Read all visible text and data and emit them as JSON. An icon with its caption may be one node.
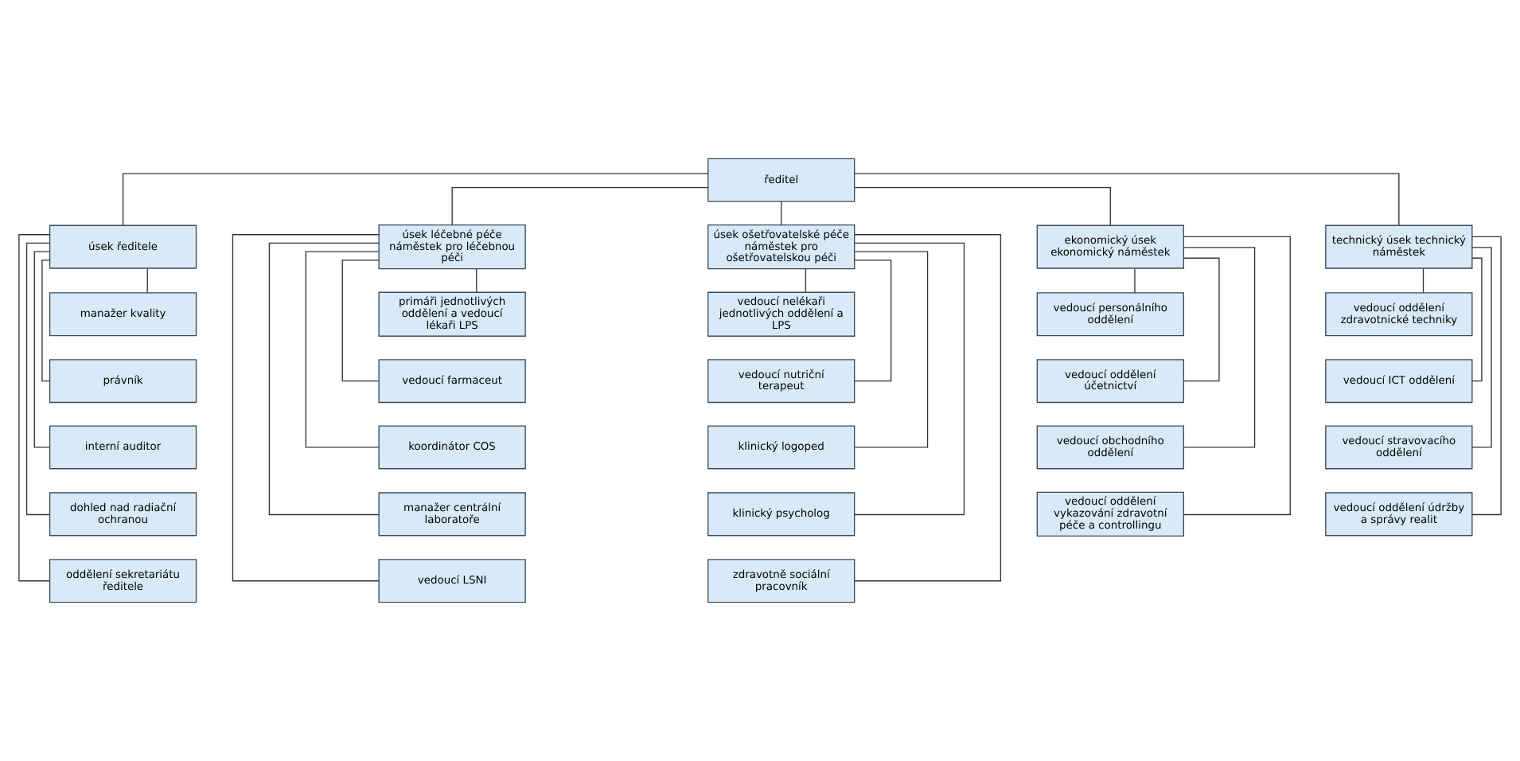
{
  "diagram": {
    "nodes": [
      {
        "text": [
          "ředitel"
        ]
      },
      {
        "text": [
          "úsek ředitele"
        ]
      },
      {
        "text": [
          "úsek léčebné péče náměstek pro léčebnou péči"
        ]
      },
      {
        "text": [
          "úsek ošetřovatelské péče náměstek pro ošetřovatelskou péči"
        ]
      },
      {
        "text": [
          "ekonomický úsek ekonomický náměstek"
        ]
      },
      {
        "text": [
          "technický úsek technický náměstek"
        ]
      },
      {
        "text": [
          "manažer kvality"
        ]
      },
      {
        "text": [
          "právník"
        ]
      },
      {
        "text": [
          "interní auditor"
        ]
      },
      {
        "text": [
          "dohled nad radiační ochranou"
        ]
      },
      {
        "text": [
          "oddělení sekretariátu ředitele"
        ]
      },
      {
        "text": [
          "primáři jednotlivých oddělení a vedoucí lékaři LPS"
        ]
      },
      {
        "text": [
          "vedoucí farmaceut"
        ]
      },
      {
        "text": [
          "koordinátor COS"
        ]
      },
      {
        "text": [
          "manažer centrální laboratoře"
        ]
      },
      {
        "text": [
          "vedoucí LSNI"
        ]
      },
      {
        "text": [
          "vedoucí nelékaři jednotlivých oddělení a LPS"
        ]
      },
      {
        "text": [
          "vedoucí nutriční terapeut"
        ]
      },
      {
        "text": [
          "klinický logoped"
        ]
      },
      {
        "text": [
          "klinický psycholog"
        ]
      },
      {
        "text": [
          "zdravotně sociální pracovník"
        ]
      },
      {
        "text": [
          "vedoucí personálního oddělení"
        ]
      },
      {
        "text": [
          "vedoucí oddělení účetnictví"
        ]
      },
      {
        "text": [
          "vedoucí obchodního oddělení"
        ]
      },
      {
        "text": [
          "vedoucí oddělení vykazování zdravotní péče a controllingu"
        ]
      },
      {
        "text": [
          "vedoucí oddělení zdravotnické techniky"
        ]
      },
      {
        "text": [
          "vedoucí ICT oddělení"
        ]
      },
      {
        "text": [
          "vedoucí stravovacího oddělení"
        ]
      },
      {
        "text": [
          "vedoucí oddělení údržby a správy realit"
        ]
      }
    ],
    "edges": [
      {
        "from": 0,
        "to": 1,
        "arrow": "none"
      },
      {
        "from": 0,
        "to": 2,
        "arrow": "none"
      },
      {
        "from": 0,
        "to": 3,
        "arrow": "none"
      },
      {
        "from": 0,
        "to": 4,
        "arrow": "none"
      },
      {
        "from": 0,
        "to": 5,
        "arrow": "none"
      },
      {
        "from": 1,
        "to": 6,
        "arrow": "none"
      },
      {
        "from": 1,
        "to": 7,
        "arrow": "none"
      },
      {
        "from": 1,
        "to": 8,
        "arrow": "none"
      },
      {
        "from": 1,
        "to": 9,
        "arrow": "none"
      },
      {
        "from": 1,
        "to": 10,
        "arrow": "none"
      },
      {
        "from": 2,
        "to": 11,
        "arrow": "none"
      },
      {
        "from": 2,
        "to": 12,
        "arrow": "none"
      },
      {
        "from": 2,
        "to": 13,
        "arrow": "none"
      },
      {
        "from": 2,
        "to": 14,
        "arrow": "none"
      },
      {
        "from": 2,
        "to": 15,
        "arrow": "none"
      },
      {
        "from": 3,
        "to": 16,
        "arrow": "none"
      },
      {
        "from": 3,
        "to": 17,
        "arrow": "none"
      },
      {
        "from": 3,
        "to": 18,
        "arrow": "none"
      },
      {
        "from": 3,
        "to": 19,
        "arrow": "none"
      },
      {
        "from": 3,
        "to": 20,
        "arrow": "none"
      },
      {
        "from": 4,
        "to": 21,
        "arrow": "none"
      },
      {
        "from": 4,
        "to": 22,
        "arrow": "none"
      },
      {
        "from": 4,
        "to": 23,
        "arrow": "none"
      },
      {
        "from": 4,
        "to": 24,
        "arrow": "none"
      },
      {
        "from": 5,
        "to": 25,
        "arrow": "none"
      },
      {
        "from": 5,
        "to": 26,
        "arrow": "none"
      },
      {
        "from": 5,
        "to": 27,
        "arrow": "none"
      },
      {
        "from": 5,
        "to": 28,
        "arrow": "none"
      }
    ]
  }
}
